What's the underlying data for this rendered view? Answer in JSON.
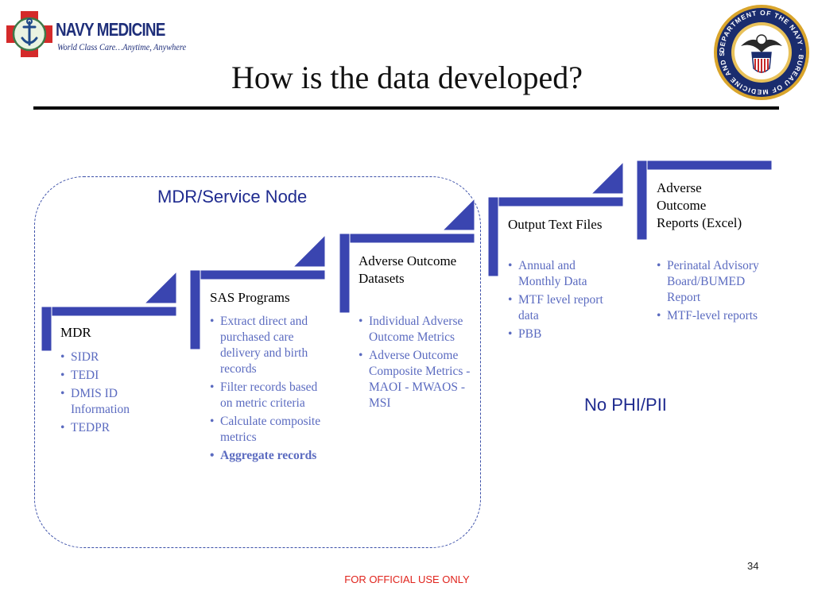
{
  "logo": {
    "name": "NAVY MEDICINE",
    "tagline": "World Class Care…Anytime, Anywhere"
  },
  "seal": {
    "text": "DEPARTMENT OF THE NAVY · BUREAU OF MEDICINE AND SURGERY"
  },
  "title": "How is the data developed?",
  "region_label": "MDR/Service Node",
  "note": "No PHI/PII",
  "steps": [
    {
      "title": "MDR",
      "items": [
        "SIDR",
        "TEDI",
        "DMIS ID Information",
        "TEDPR"
      ]
    },
    {
      "title": "SAS Programs",
      "items": [
        "Extract direct and purchased care delivery and birth records",
        "Filter records based on metric criteria",
        "Calculate composite metrics",
        "Aggregate records"
      ]
    },
    {
      "title": "Adverse Outcome Datasets",
      "items": [
        "Individual Adverse Outcome Metrics",
        "Adverse Outcome Composite Metrics - MAOI - MWAOS - MSI"
      ]
    },
    {
      "title": "Output Text Files",
      "items": [
        "Annual and Monthly Data",
        "MTF level report data",
        "PBB"
      ]
    },
    {
      "title": "Adverse Outcome Reports (Excel)",
      "items": [
        "Perinatal Advisory Board/BUMED Report",
        "MTF-level reports"
      ]
    }
  ],
  "footer": "FOR OFFICIAL USE ONLY",
  "page_number": "34",
  "colors": {
    "accent_blue": "#3a45b0",
    "bullet_text": "#5b6bc0",
    "footer_red": "#e0231c"
  }
}
